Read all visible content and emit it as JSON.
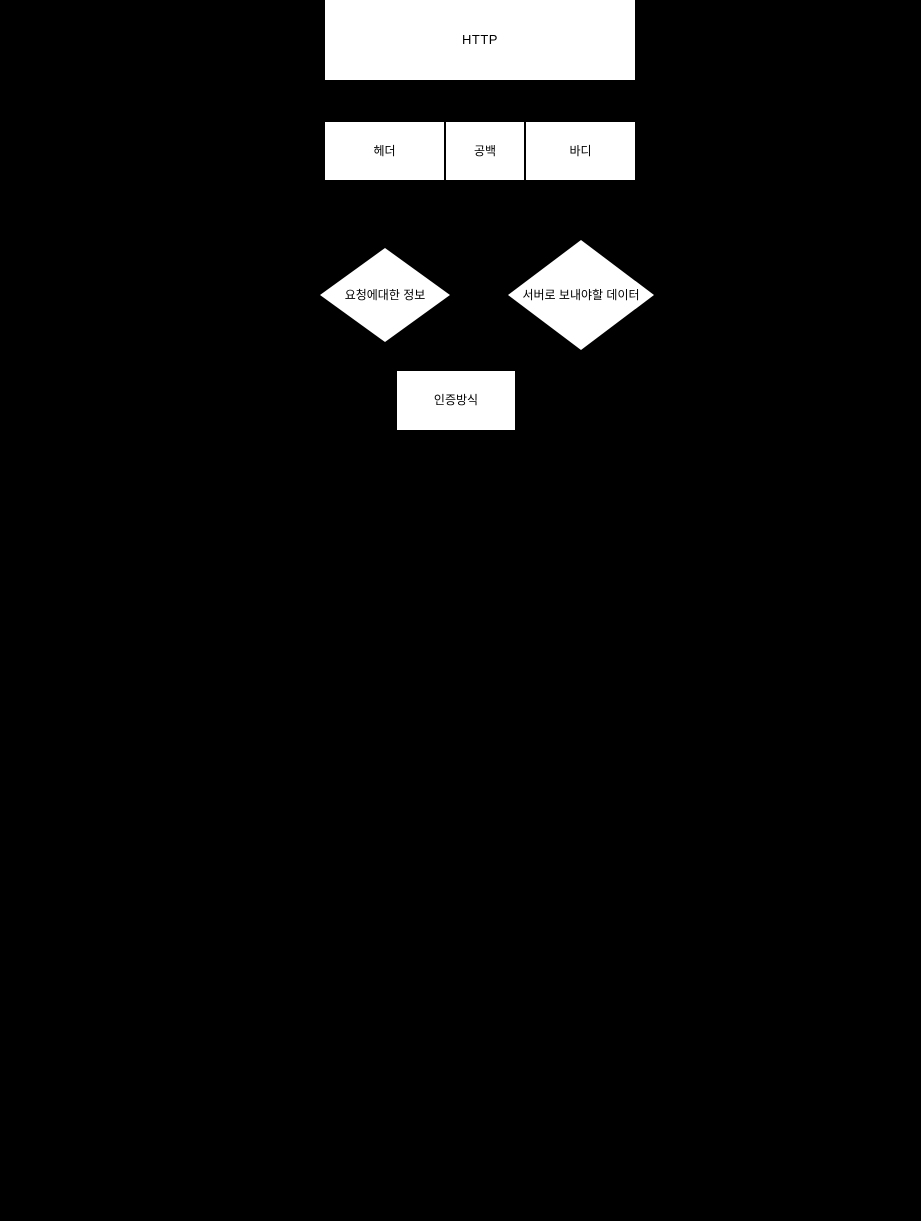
{
  "canvas": {
    "background_color": "#000000",
    "shape_fill_color": "#ffffff",
    "shape_text_color": "#000000"
  },
  "diagram": {
    "title_box": {
      "label": "HTTP"
    },
    "segment_row": {
      "cells": [
        {
          "label": "헤더"
        },
        {
          "label": "공백"
        },
        {
          "label": "바디"
        }
      ]
    },
    "diamonds": [
      {
        "label": "요청에대한 정보"
      },
      {
        "label": "서버로 보내야할 데이터"
      }
    ],
    "auth_box": {
      "label": "인증방식"
    }
  }
}
